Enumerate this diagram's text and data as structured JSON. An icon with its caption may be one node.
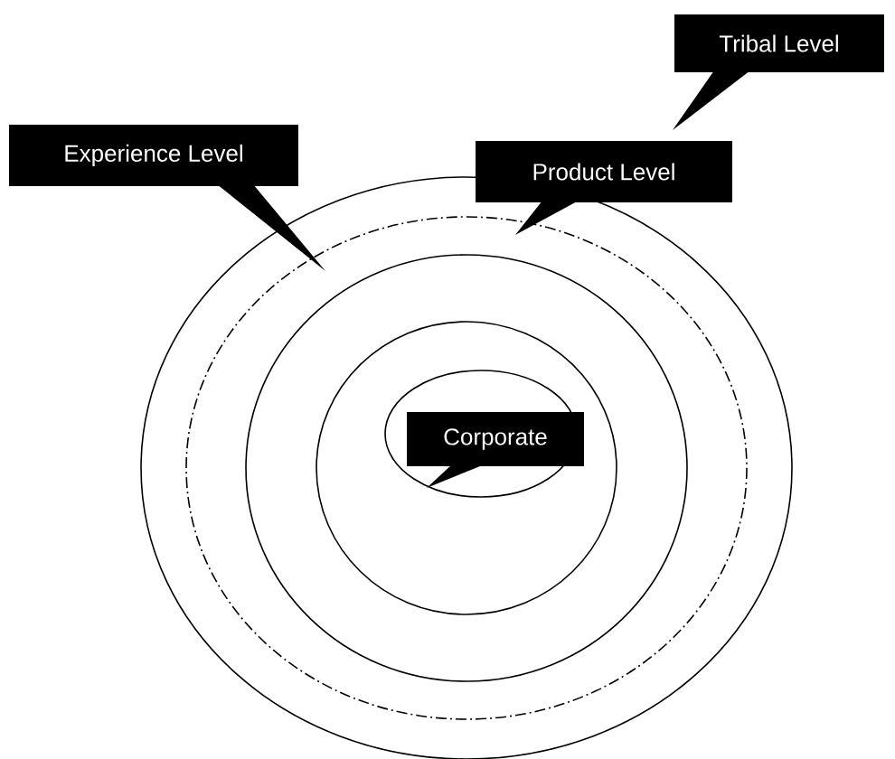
{
  "diagram": {
    "nodes": [
      {
        "text": [
          "Tribal Level"
        ]
      },
      {
        "text": [
          "Experience Level"
        ]
      },
      {
        "text": [
          "Product Level"
        ]
      },
      {
        "text": [
          "Corporate"
        ]
      }
    ]
  }
}
